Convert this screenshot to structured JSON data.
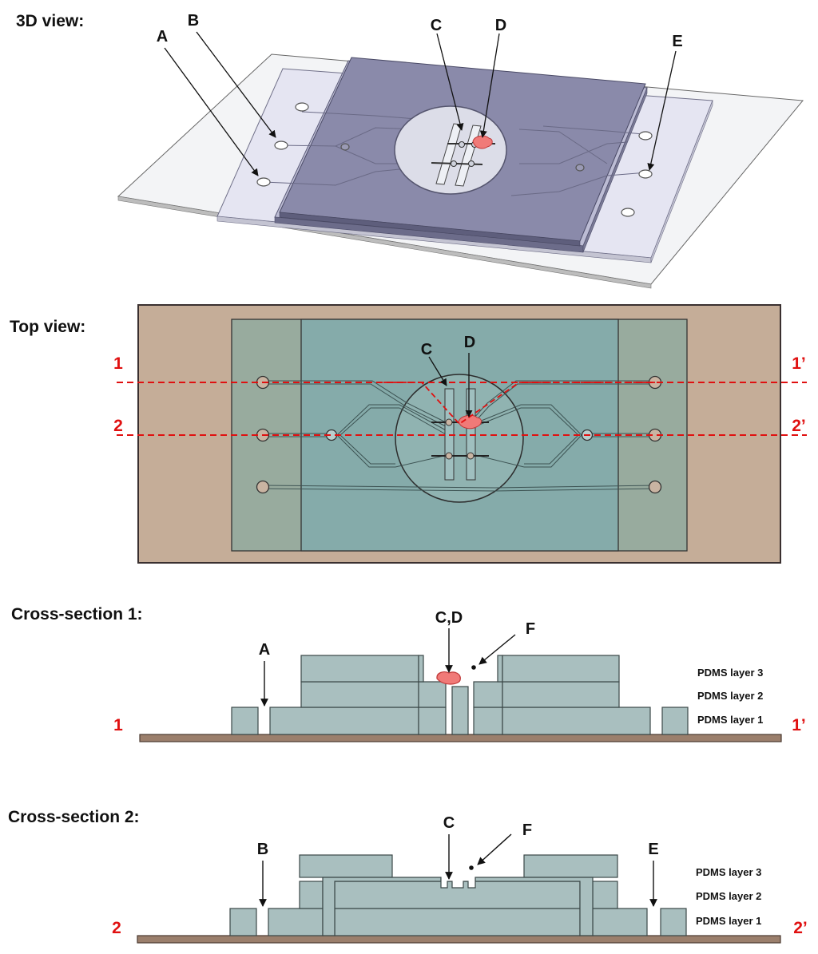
{
  "headers": {
    "view3d": "3D view:",
    "top": "Top view:",
    "cs1": "Cross-section 1:",
    "cs2": "Cross-section 2:"
  },
  "labels3d": {
    "a": "A",
    "b": "B",
    "c": "C",
    "d": "D",
    "e": "E"
  },
  "labelsTop": {
    "c": "C",
    "d": "D",
    "l1": "1",
    "l1p": "1’",
    "l2": "2",
    "l2p": "2’"
  },
  "labelsCs1": {
    "a": "A",
    "cd": "C,D",
    "f": "F",
    "l1": "1",
    "l1p": "1’"
  },
  "labelsCs2": {
    "b": "B",
    "c": "C",
    "f": "F",
    "e": "E",
    "l2": "2",
    "l2p": "2’"
  },
  "layers": {
    "layer3": "PDMS layer 3",
    "layer2": "PDMS layer 2",
    "layer1": "PDMS layer 1"
  },
  "colors": {
    "pdms": "#a9bfbf",
    "pdmsStroke": "#3b4848",
    "glass": "#9b7f6c",
    "topBg": "#c5ad98",
    "topSide": "#98ab9e",
    "topCenter": "#85abaa",
    "tissue": "#f07a78",
    "cutLine": "#e01010"
  }
}
